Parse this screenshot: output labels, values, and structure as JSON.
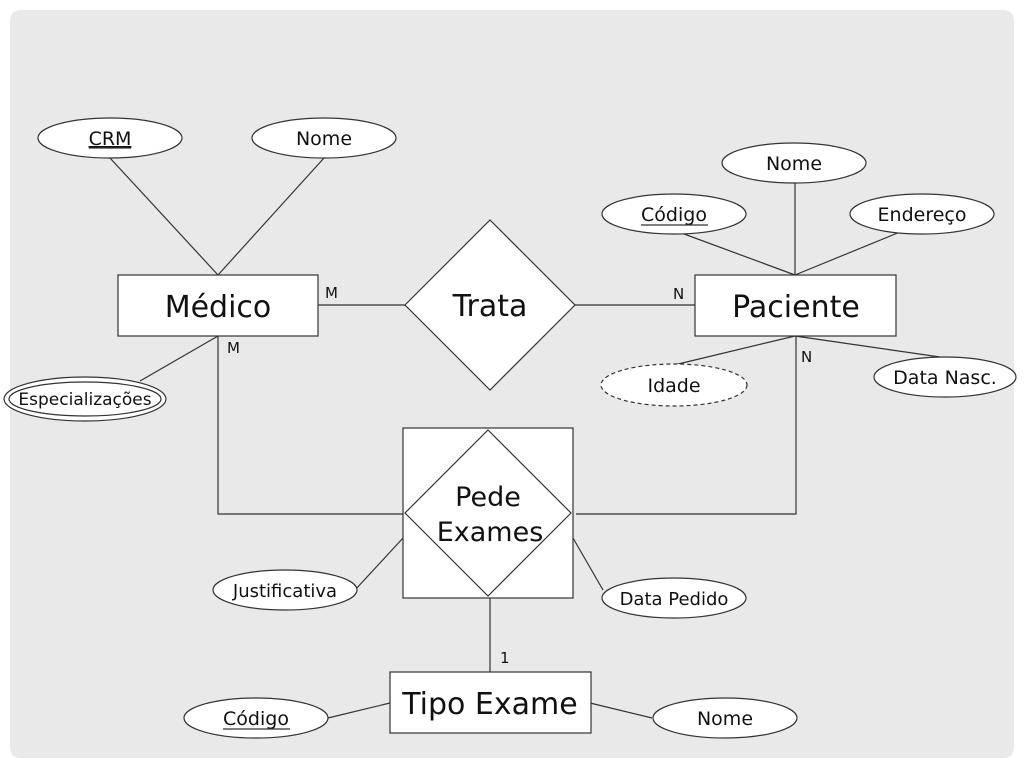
{
  "entities": {
    "medico": "Médico",
    "paciente": "Paciente",
    "tipo_exame": "Tipo Exame"
  },
  "relationships": {
    "trata": "Trata",
    "pede_exames_line1": "Pede",
    "pede_exames_line2": "Exames"
  },
  "attributes": {
    "medico_crm": "CRM",
    "medico_nome": "Nome",
    "medico_especializacoes": "Especializações",
    "paciente_nome": "Nome",
    "paciente_codigo": "Código",
    "paciente_endereco": "Endereço",
    "paciente_idade": "Idade",
    "paciente_data_nasc": "Data Nasc.",
    "pede_justificativa": "Justificativa",
    "pede_data_pedido": "Data Pedido",
    "tipo_codigo": "Código",
    "tipo_nome": "Nome"
  },
  "cardinalities": {
    "trata_medico": "M",
    "trata_paciente": "N",
    "pede_medico": "M",
    "pede_paciente": "N",
    "pede_tipo": "1"
  }
}
